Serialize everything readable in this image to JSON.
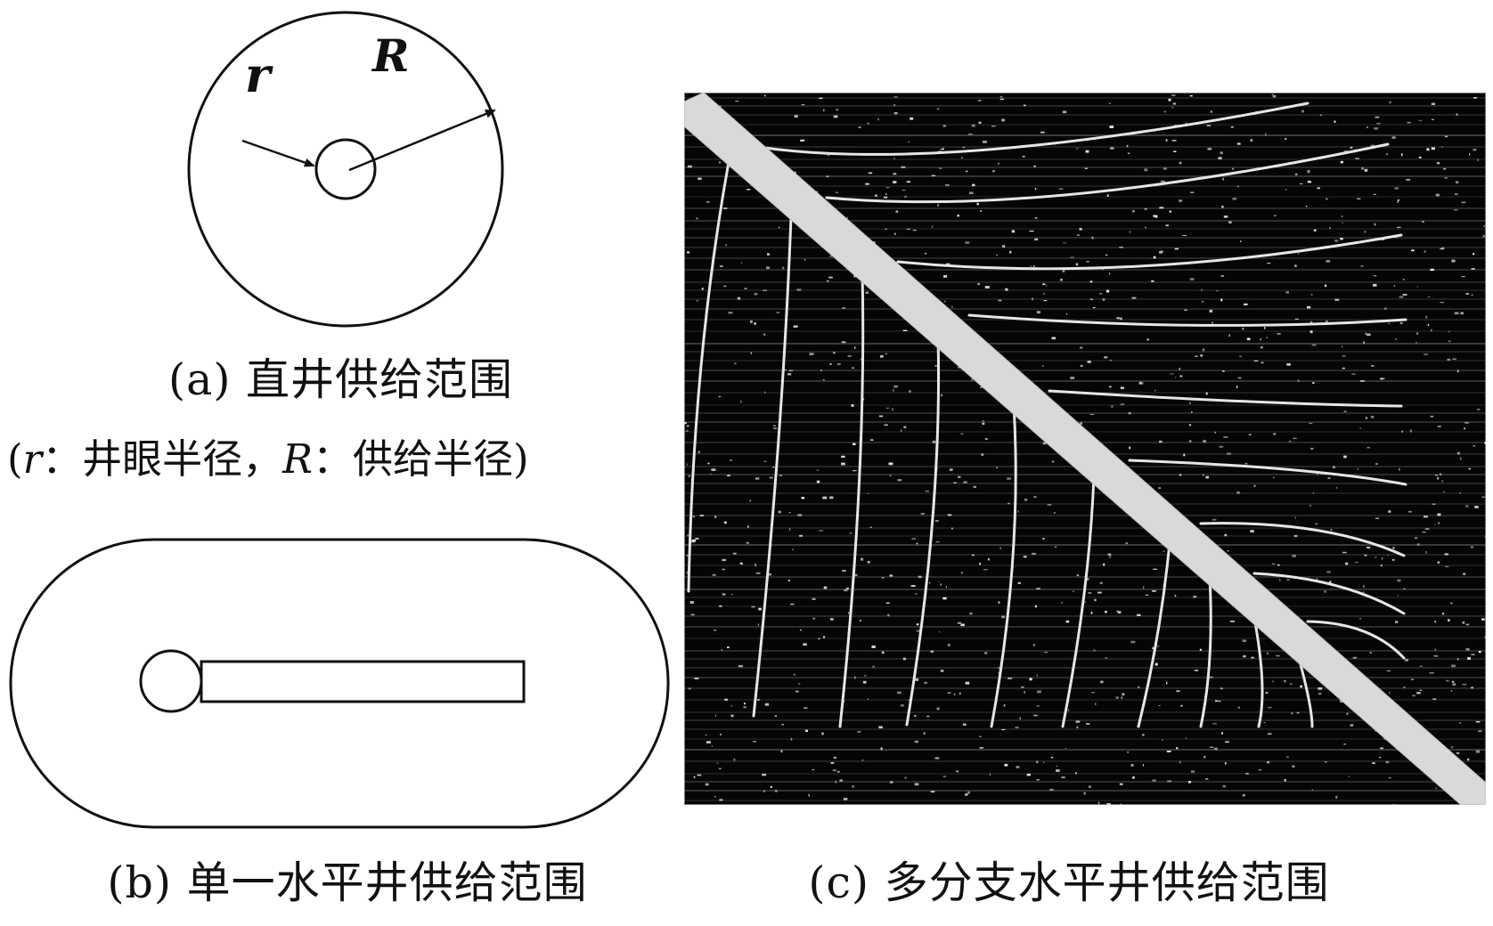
{
  "panel_a": {
    "inner_label": "r",
    "outer_label": "R",
    "caption": "(a) 直井供给范围",
    "note": {
      "open": "(",
      "r_symbol": "r",
      "r_text": "：井眼半径，",
      "R_symbol": "R",
      "R_text": "：供给半径)"
    }
  },
  "panel_b": {
    "caption": "(b) 单一水平井供给范围"
  },
  "panel_c": {
    "caption": "(c) 多分支水平井供给范围"
  },
  "colors": {
    "ink": "#111111",
    "background": "#ffffff",
    "formation": "#050505",
    "wellbore": "#d9d9d9",
    "branch": "#e6e6e6"
  }
}
